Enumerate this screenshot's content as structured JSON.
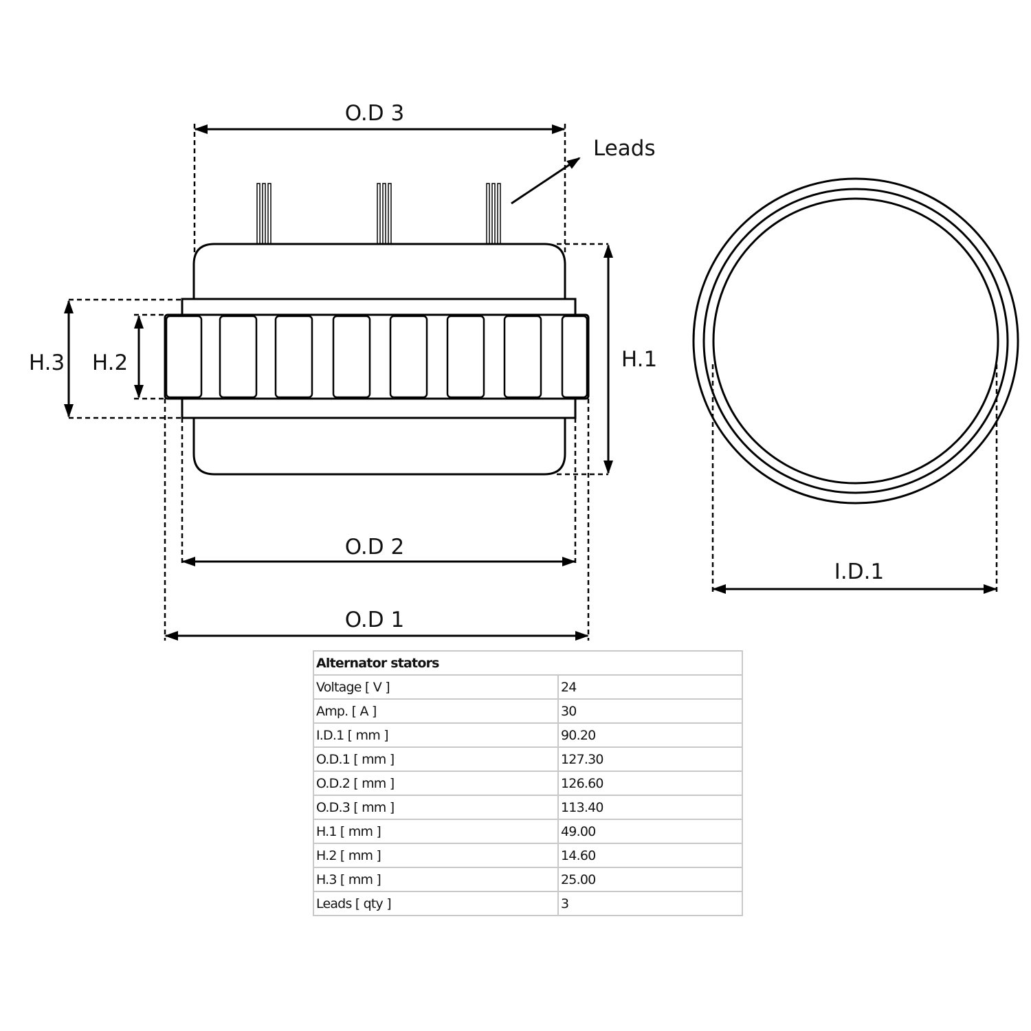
{
  "labels": {
    "od3": "O.D 3",
    "od2": "O.D 2",
    "od1": "O.D 1",
    "h1": "H.1",
    "h2": "H.2",
    "h3": "H.3",
    "id1": "I.D.1",
    "leads": "Leads"
  },
  "table": {
    "title": "Alternator stators",
    "rows": [
      {
        "label": "Voltage [ V ]",
        "value": "24"
      },
      {
        "label": "Amp. [ A ]",
        "value": "30"
      },
      {
        "label": "I.D.1 [ mm ]",
        "value": "90.20"
      },
      {
        "label": "O.D.1 [ mm ]",
        "value": "127.30"
      },
      {
        "label": "O.D.2 [ mm ]",
        "value": "126.60"
      },
      {
        "label": "O.D.3 [ mm ]",
        "value": "113.40"
      },
      {
        "label": "H.1 [ mm ]",
        "value": "49.00"
      },
      {
        "label": "H.2 [ mm ]",
        "value": "14.60"
      },
      {
        "label": "H.3 [ mm ]",
        "value": "25.00"
      },
      {
        "label": "Leads [ qty ]",
        "value": "3"
      }
    ]
  }
}
